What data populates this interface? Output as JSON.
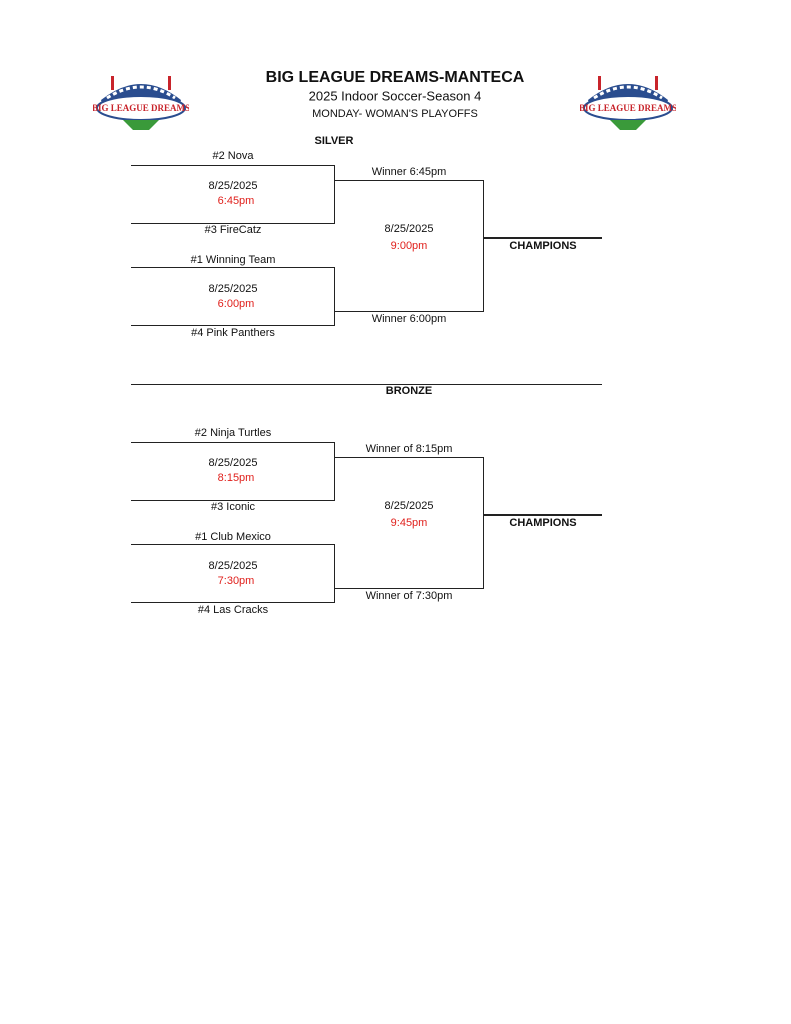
{
  "header": {
    "title": "BIG LEAGUE DREAMS-MANTECA",
    "subtitle": "2025 Indoor Soccer-Season 4",
    "event": "MONDAY- WOMAN'S PLAYOFFS",
    "logo_text": "BIG LEAGUE DREAMS"
  },
  "brackets": [
    {
      "title": "SILVER",
      "match1": {
        "team_a": "#2 Nova",
        "team_b": "#3 FireCatz",
        "date": "8/25/2025",
        "time": "6:45pm"
      },
      "match2": {
        "team_a": "#1 Winning Team",
        "team_b": "#4 Pink Panthers",
        "date": "8/25/2025",
        "time": "6:00pm"
      },
      "final": {
        "top": "Winner 6:45pm",
        "bottom": "Winner 6:00pm",
        "date": "8/25/2025",
        "time": "9:00pm"
      },
      "champions": "CHAMPIONS"
    },
    {
      "title": "BRONZE",
      "match1": {
        "team_a": "#2 Ninja Turtles",
        "team_b": "#3 Iconic",
        "date": "8/25/2025",
        "time": "8:15pm"
      },
      "match2": {
        "team_a": "#1 Club Mexico",
        "team_b": "#4 Las Cracks",
        "date": "8/25/2025",
        "time": "7:30pm"
      },
      "final": {
        "top": "Winner of 8:15pm",
        "bottom": "Winner of 7:30pm",
        "date": "8/25/2025",
        "time": "9:45pm"
      },
      "champions": "CHAMPIONS"
    }
  ],
  "colors": {
    "time": "#e0201c",
    "logo_red": "#c8242b",
    "logo_blue": "#2a4d8f"
  }
}
